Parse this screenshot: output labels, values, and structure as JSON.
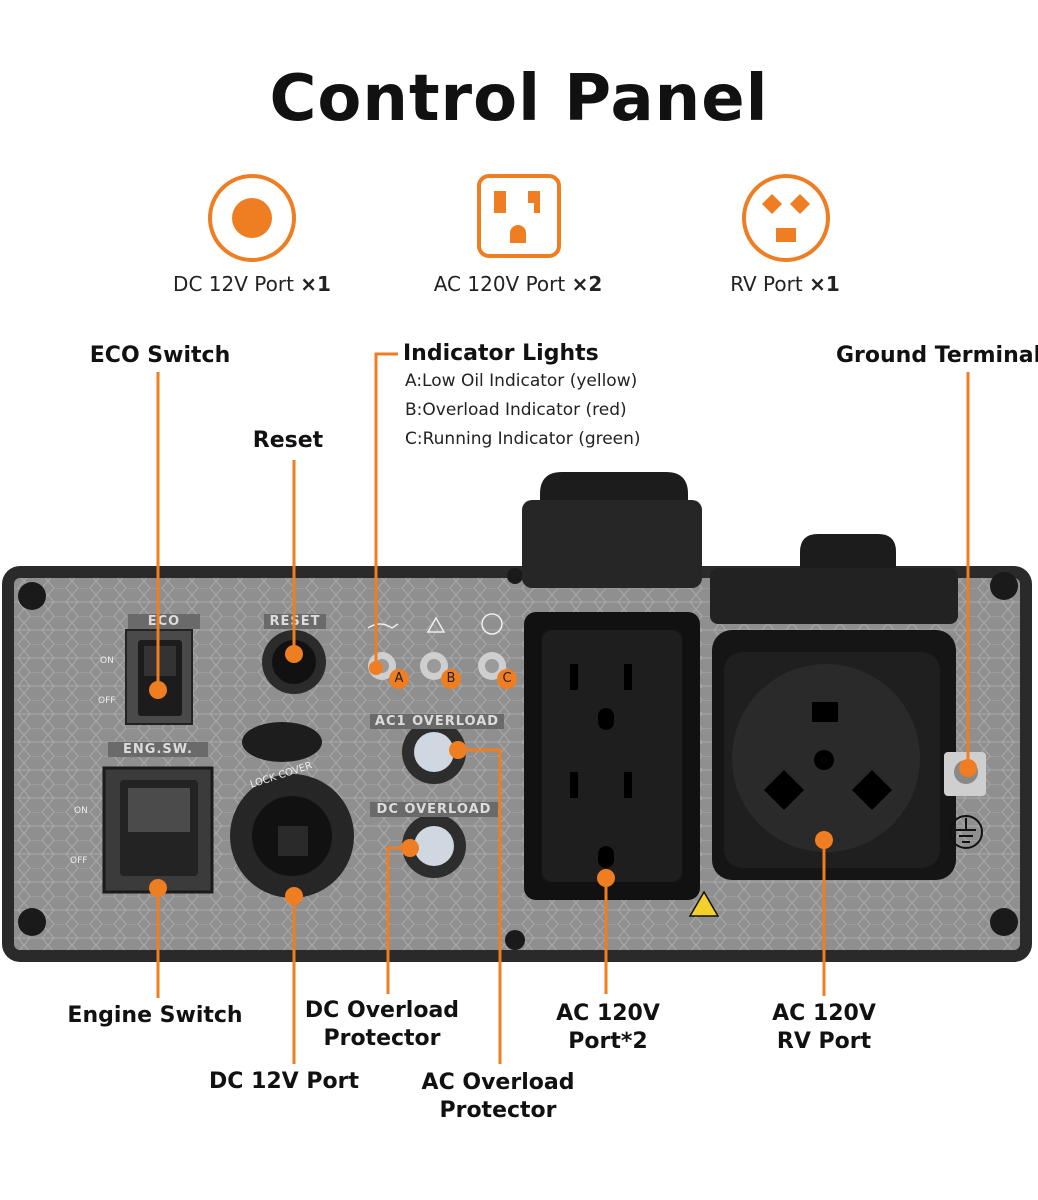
{
  "title": "Control Panel",
  "ports_summary": [
    {
      "name": "DC 12V Port",
      "qty": "×1"
    },
    {
      "name": "AC 120V Port",
      "qty": "×2"
    },
    {
      "name": "RV Port",
      "qty": "×1"
    }
  ],
  "callouts": {
    "eco_switch": "ECO Switch",
    "reset": "Reset",
    "indicator_lights": "Indicator Lights",
    "ground_terminal": "Ground Terminal",
    "engine_switch": "Engine Switch",
    "dc_overload_line1": "DC Overload",
    "dc_overload_line2": "Protector",
    "dc_12v_port": "DC 12V Port",
    "ac_overload_line1": "AC Overload",
    "ac_overload_line2": "Protector",
    "ac_port_line1": "AC 120V",
    "ac_port_line2": "Port*2",
    "rv_port_line1": "AC 120V",
    "rv_port_line2": "RV Port"
  },
  "indicators": [
    "A:Low Oil Indicator (yellow)",
    "B:Overload Indicator (red)",
    "C:Running Indicator (green)"
  ],
  "panel": {
    "eco": "ECO",
    "reset": "RESET",
    "eng_sw": "ENG.SW.",
    "ac1_overload": "AC1 OVERLOAD",
    "dc_overload": "DC OVERLOAD",
    "on": "ON",
    "off": "OFF",
    "led_a": "A",
    "led_b": "B",
    "led_c": "C",
    "lock_cover": "LOCK COVER"
  },
  "colors": {
    "accent": "#ef7d22",
    "panel": "#8c8c8c",
    "frame": "#2a2a2a"
  }
}
